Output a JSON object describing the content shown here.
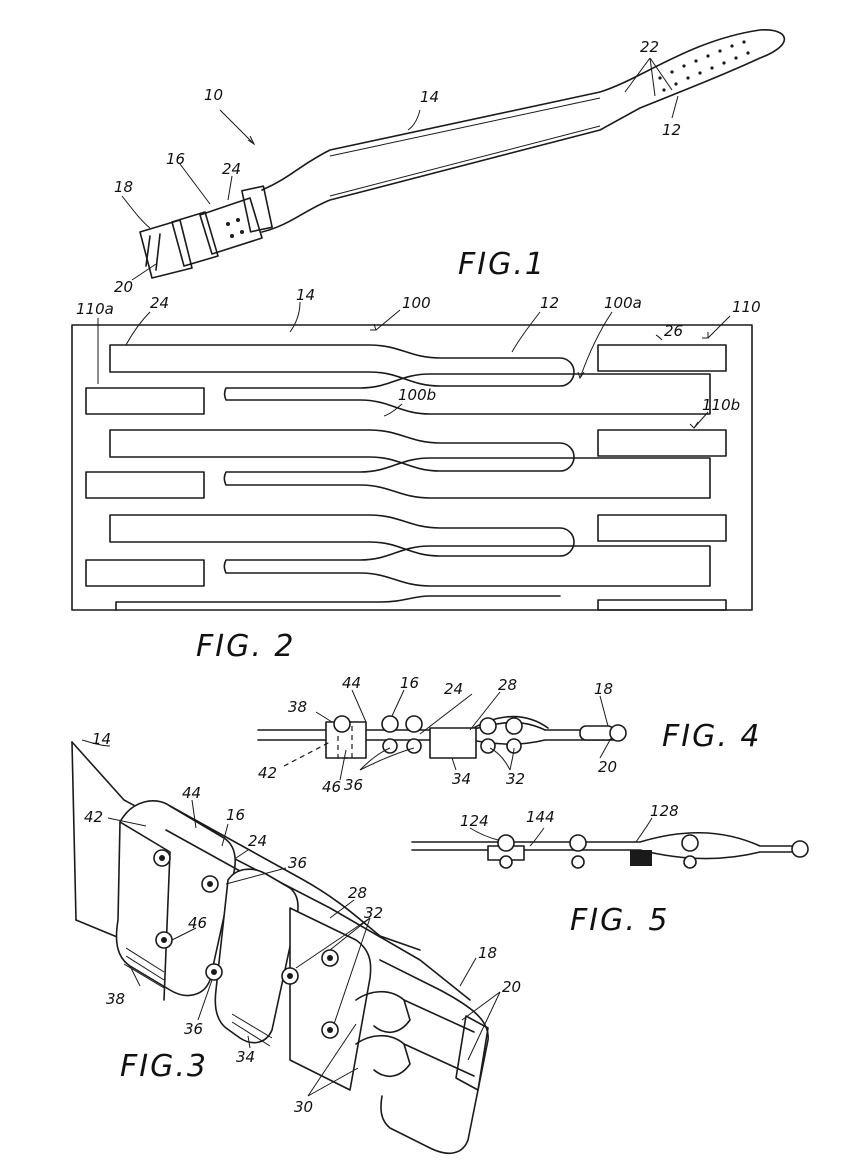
{
  "figures": {
    "fig1": "FIG.1",
    "fig2": "FIG. 2",
    "fig3": "FIG.3",
    "fig4": "FIG. 4",
    "fig5": "FIG. 5"
  },
  "fig1_refs": {
    "r10": "10",
    "r14": "14",
    "r22": "22",
    "r12": "12",
    "r16": "16",
    "r24": "24",
    "r18": "18",
    "r20": "20"
  },
  "fig2_refs": {
    "r110a": "110a",
    "r24": "24",
    "r14": "14",
    "r100": "100",
    "r12": "12",
    "r100a": "100a",
    "r26": "26",
    "r110": "110",
    "r100b": "100b",
    "r110b": "110b"
  },
  "fig4_refs": {
    "r44": "44",
    "r16": "16",
    "r24": "24",
    "r28": "28",
    "r18": "18",
    "r38": "38",
    "r42": "42",
    "r46": "46",
    "r36": "36",
    "r34": "34",
    "r32": "32",
    "r20": "20"
  },
  "fig5_refs": {
    "r124": "124",
    "r144": "144",
    "r128": "128"
  },
  "fig3_refs": {
    "r14": "14",
    "r44": "44",
    "r16": "16",
    "r42": "42",
    "r24": "24",
    "r36a": "36",
    "r28": "28",
    "r32": "32",
    "r46": "46",
    "r18": "18",
    "r20": "20",
    "r38": "38",
    "r36b": "36",
    "r34": "34",
    "r30": "30"
  }
}
